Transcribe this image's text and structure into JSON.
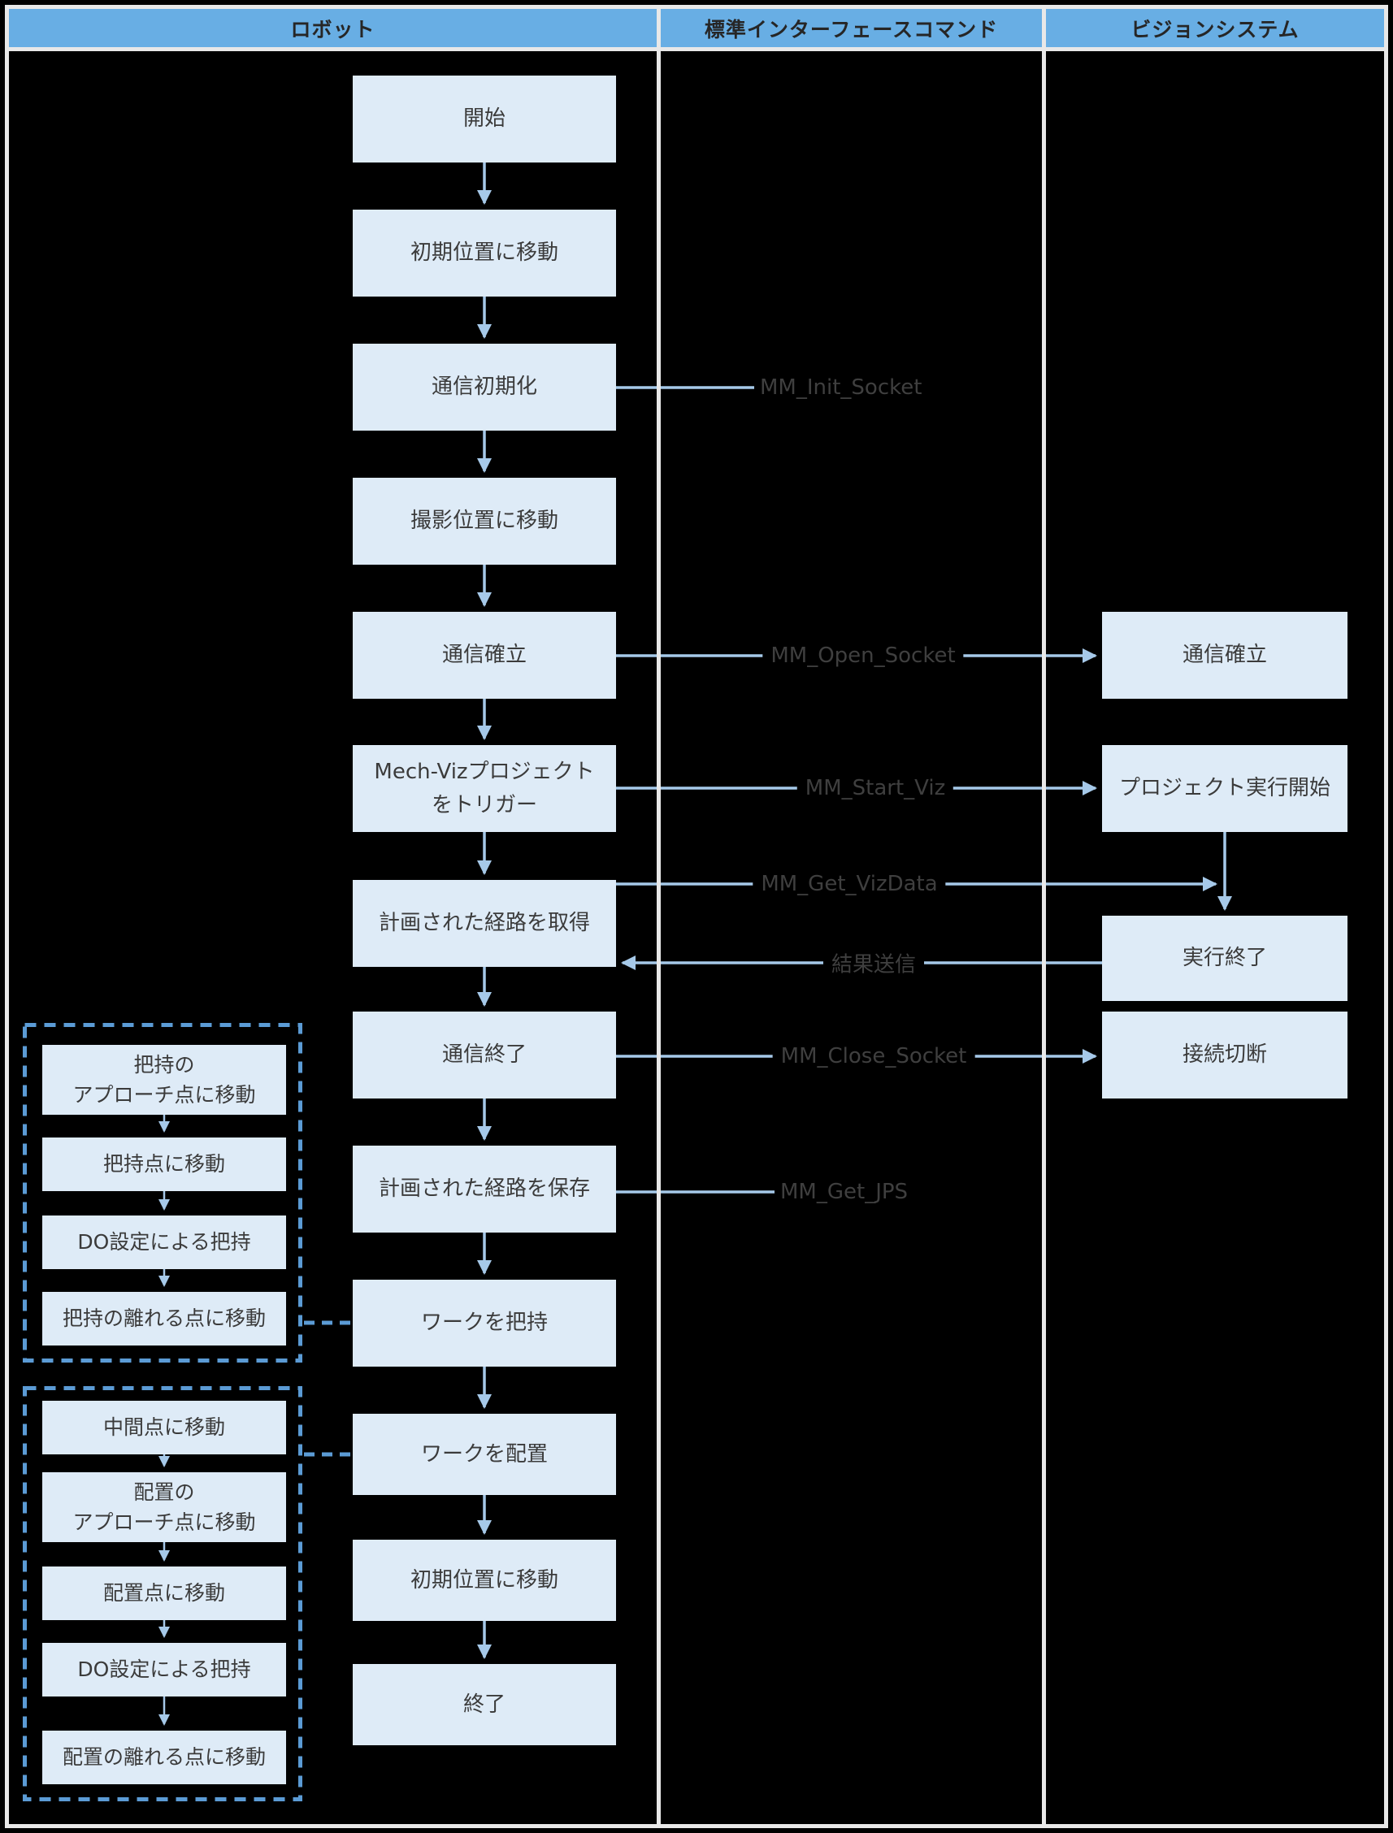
{
  "header": {
    "columns": [
      "ロボット",
      "標準インターフェースコマンド",
      "ビジョンシステム"
    ]
  },
  "robot_flow": [
    "開始",
    "初期位置に移動",
    "通信初期化",
    "撮影位置に移動",
    "通信確立",
    "Mech-Vizプロジェクト\nをトリガー",
    "計画された経路を取得",
    "通信終了",
    "計画された経路を保存",
    "ワークを把持",
    "ワークを配置",
    "初期位置に移動",
    "終了"
  ],
  "vision_flow": [
    "通信確立",
    "プロジェクト実行開始",
    "実行終了",
    "接続切断"
  ],
  "commands": {
    "init_socket": "MM_Init_Socket",
    "open_socket": "MM_Open_Socket",
    "start_viz": "MM_Start_Viz",
    "get_vizdata": "MM_Get_VizData",
    "result_send": "結果送信",
    "close_socket": "MM_Close_Socket",
    "get_jps": "MM_Get_JPS"
  },
  "grasp_group": [
    "把持の\nアプローチ点に移動",
    "把持点に移動",
    "DO設定による把持",
    "把持の離れる点に移動"
  ],
  "place_group": [
    "中間点に移動",
    "配置の\nアプローチ点に移動",
    "配置点に移動",
    "DO設定による把持",
    "配置の離れる点に移動"
  ],
  "colors": {
    "background": "#000000",
    "frame_line": "#E8E8E8",
    "header_bg": "#68AEE4",
    "header_text": "#262626",
    "box_fill": "#DEEBF7",
    "box_text": "#3B3B3B",
    "arrow_blue": "#A6C9E9",
    "dashed_blue": "#5B9BD5",
    "command_text": "#3F3F3F"
  }
}
